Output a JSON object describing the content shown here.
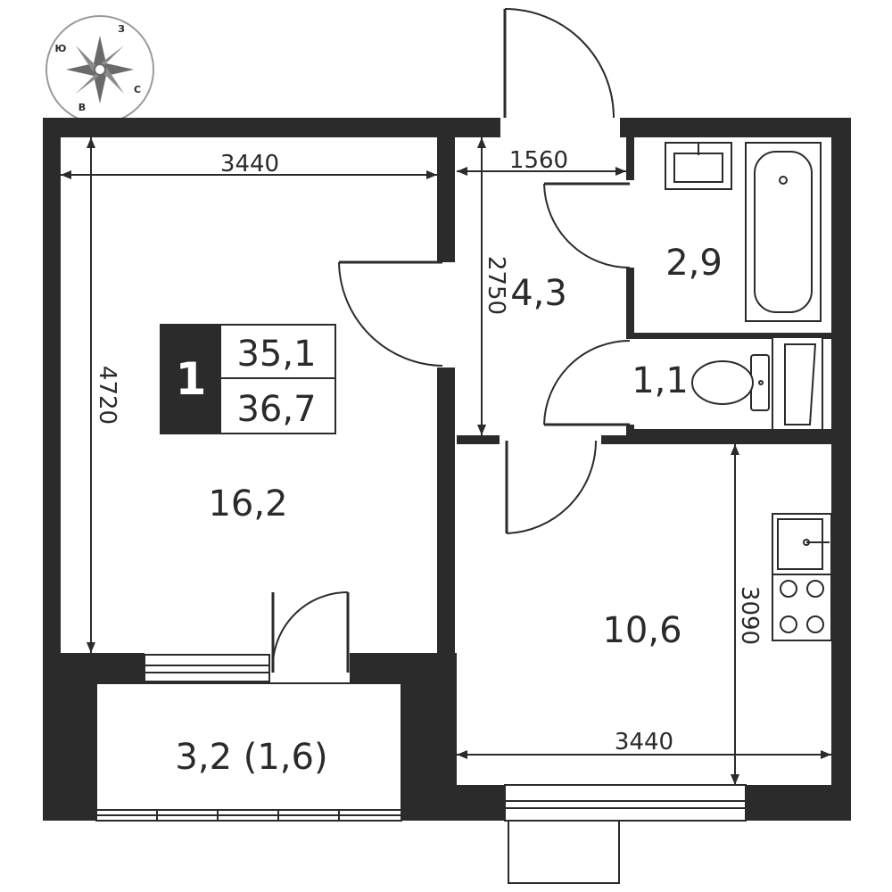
{
  "apartment": {
    "rooms_count": "1",
    "total_area": "35,1",
    "total_area_with_balcony": "36,7"
  },
  "rooms": {
    "living": "16,2",
    "hall": "4,3",
    "bathroom": "2,9",
    "toilet": "1,1",
    "kitchen": "10,6",
    "balcony": "3,2 (1,6)"
  },
  "dimensions": {
    "living_width": "3440",
    "living_length": "4720",
    "hall_width": "1560",
    "hall_length": "2750",
    "kitchen_length": "3090",
    "kitchen_width": "3440"
  },
  "compass": {
    "north_like": "З",
    "east_like": "С",
    "south_like": "В",
    "west_like": "Ю"
  },
  "colors": {
    "wall": "#2b2b2b",
    "badge": "#2b2b2b",
    "background": "#ffffff"
  }
}
